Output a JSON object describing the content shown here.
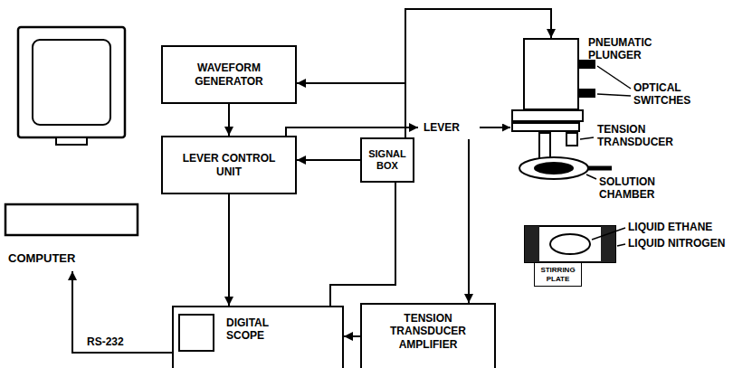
{
  "diagram": {
    "nodes": [
      {
        "text": [
          "COMPUTER"
        ]
      },
      {
        "text": [
          "WAVEFORM GENERATOR"
        ]
      },
      {
        "text": [
          "LEVER CONTROL UNIT"
        ]
      },
      {
        "text": [
          "SIGNAL BOX"
        ]
      },
      {
        "text": [
          "LEVER"
        ]
      },
      {
        "text": [
          "PNEUMATIC PLUNGER"
        ]
      },
      {
        "text": [
          "DIGITAL SCOPE"
        ]
      },
      {
        "text": [
          "TENSION TRANSDUCER AMPLIFIER"
        ]
      },
      {
        "text": [
          "STIRRING PLATE"
        ]
      }
    ],
    "edges": [
      {
        "from": 1,
        "to": 2,
        "arrow": "to"
      },
      {
        "from": 3,
        "to": 1,
        "arrow": "to"
      },
      {
        "from": 3,
        "to": 2,
        "arrow": "to"
      },
      {
        "from": 3,
        "to": 5,
        "arrow": "to"
      },
      {
        "from": 2,
        "to": 4,
        "arrow": "to"
      },
      {
        "from": 2,
        "to": 6,
        "arrow": "to"
      },
      {
        "from": 3,
        "to": 6,
        "arrow": "none"
      },
      {
        "from": 4,
        "to": 7,
        "arrow": "to"
      },
      {
        "from": 7,
        "to": 6,
        "arrow": "to"
      },
      {
        "from": 6,
        "to": 0,
        "label": "RS-232",
        "arrow": "to"
      }
    ],
    "labels": [
      "OPTICAL SWITCHES",
      "TENSION TRANSDUCER",
      "SOLUTION CHAMBER",
      "LIQUID ETHANE",
      "LIQUID NITROGEN"
    ]
  }
}
